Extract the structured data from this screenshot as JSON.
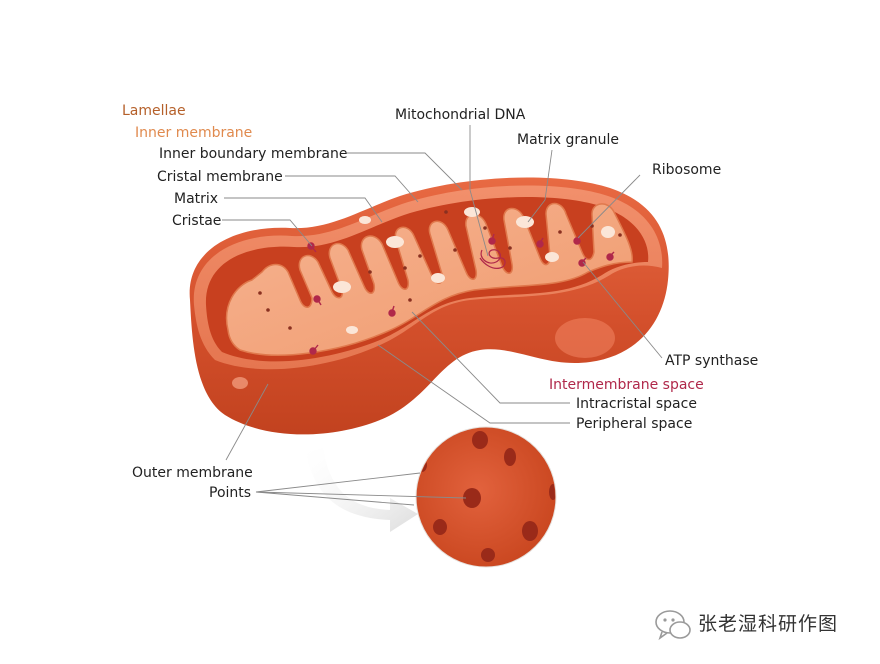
{
  "labels": {
    "lamellae": "Lamellae",
    "inner_membrane": "Inner membrane",
    "inner_boundary_membrane": "Inner boundary membrane",
    "cristal_membrane": "Cristal membrane",
    "matrix": "Matrix",
    "cristae": "Cristae",
    "mitochondrial_dna": "Mitochondrial DNA",
    "matrix_granule": "Matrix granule",
    "ribosome": "Ribosome",
    "atp_synthase": "ATP synthase",
    "intermembrane_space": "Intermembrane space",
    "intracristal_space": "Intracristal space",
    "peripheral_space": "Peripheral space",
    "outer_membrane": "Outer membrane",
    "points": "Points"
  },
  "watermark": {
    "text": "张老湿科研作图",
    "icon": "wechat-icon"
  },
  "colors": {
    "outer_membrane": "#d8532e",
    "intermembrane": "#c8401f",
    "matrix": "#f4a57a",
    "particle": "#b0284a",
    "granule": "#fbe6d8"
  }
}
